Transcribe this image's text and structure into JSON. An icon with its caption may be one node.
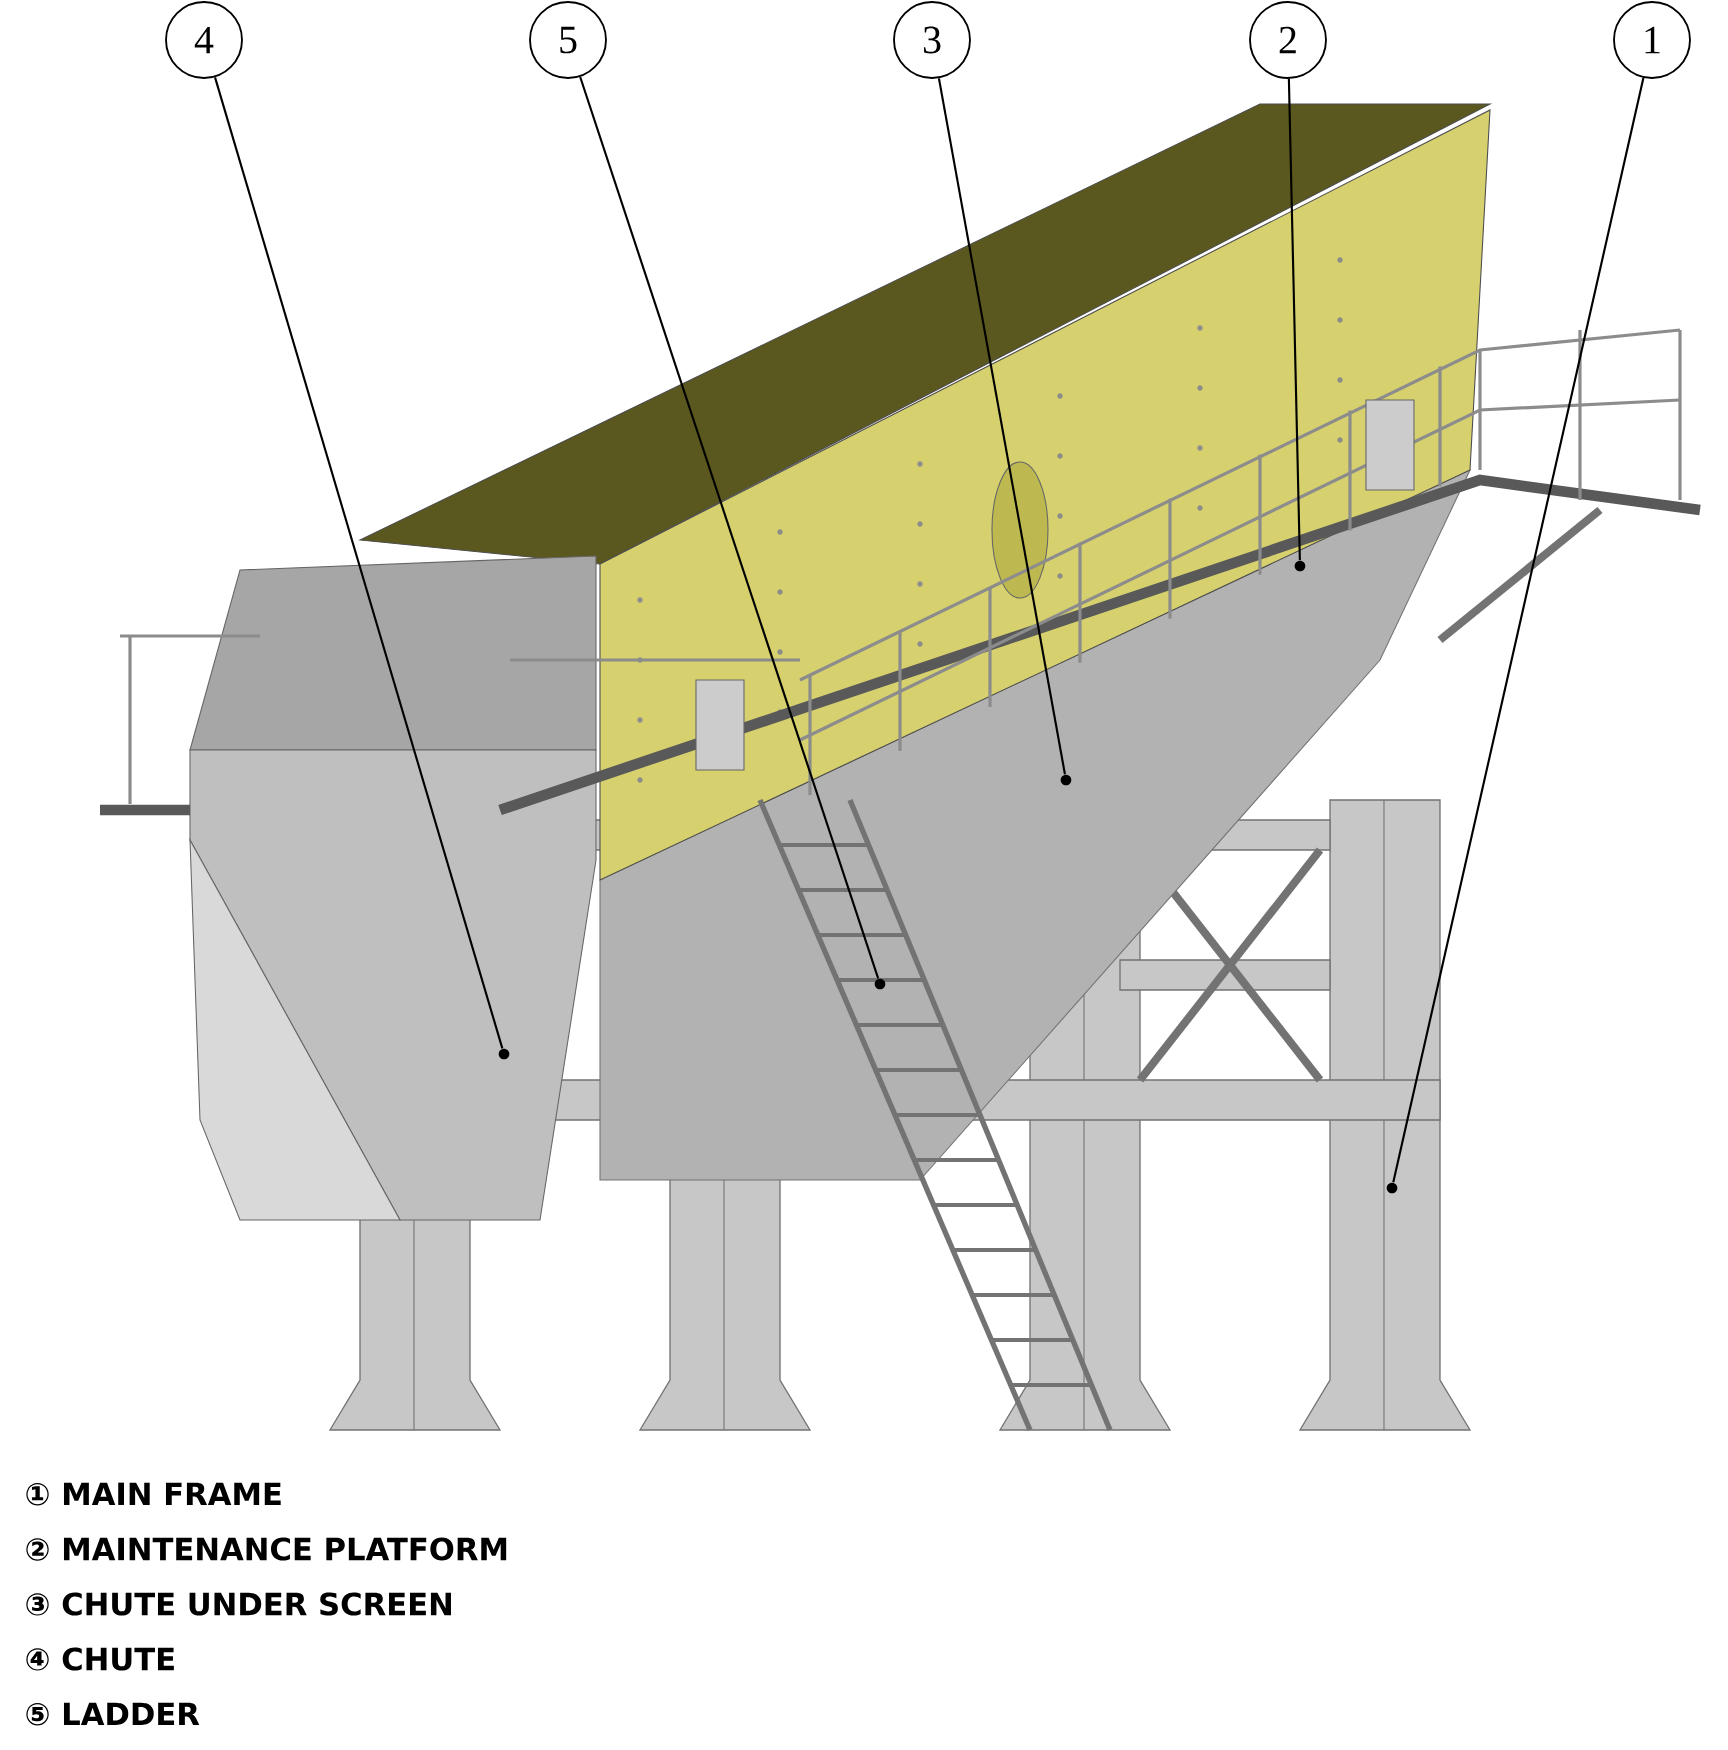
{
  "diagram": {
    "nodes": [
      {
        "text": [
          "4"
        ]
      },
      {
        "text": [
          "5"
        ]
      },
      {
        "text": [
          "3"
        ]
      },
      {
        "text": [
          "2"
        ]
      },
      {
        "text": [
          "1"
        ]
      },
      {
        "text": [],
        "shape": "circle"
      },
      {
        "text": [],
        "shape": "circle"
      },
      {
        "text": [],
        "shape": "circle"
      },
      {
        "text": [],
        "shape": "circle"
      },
      {
        "text": [],
        "shape": "circle"
      }
    ],
    "edges": [
      {
        "from": 0,
        "to": 5,
        "arrow": "none"
      },
      {
        "from": 1,
        "to": 6,
        "arrow": "none"
      },
      {
        "from": 2,
        "to": 7,
        "arrow": "none"
      },
      {
        "from": 3,
        "to": 8,
        "arrow": "none"
      },
      {
        "from": 4,
        "to": 9,
        "arrow": "none"
      }
    ],
    "labels": [
      "① MAIN FRAME",
      "② MAINTENANCE PLATFORM",
      "③ CHUTE UNDER SCREEN",
      "④ CHUTE",
      "⑤ LADDER"
    ]
  }
}
